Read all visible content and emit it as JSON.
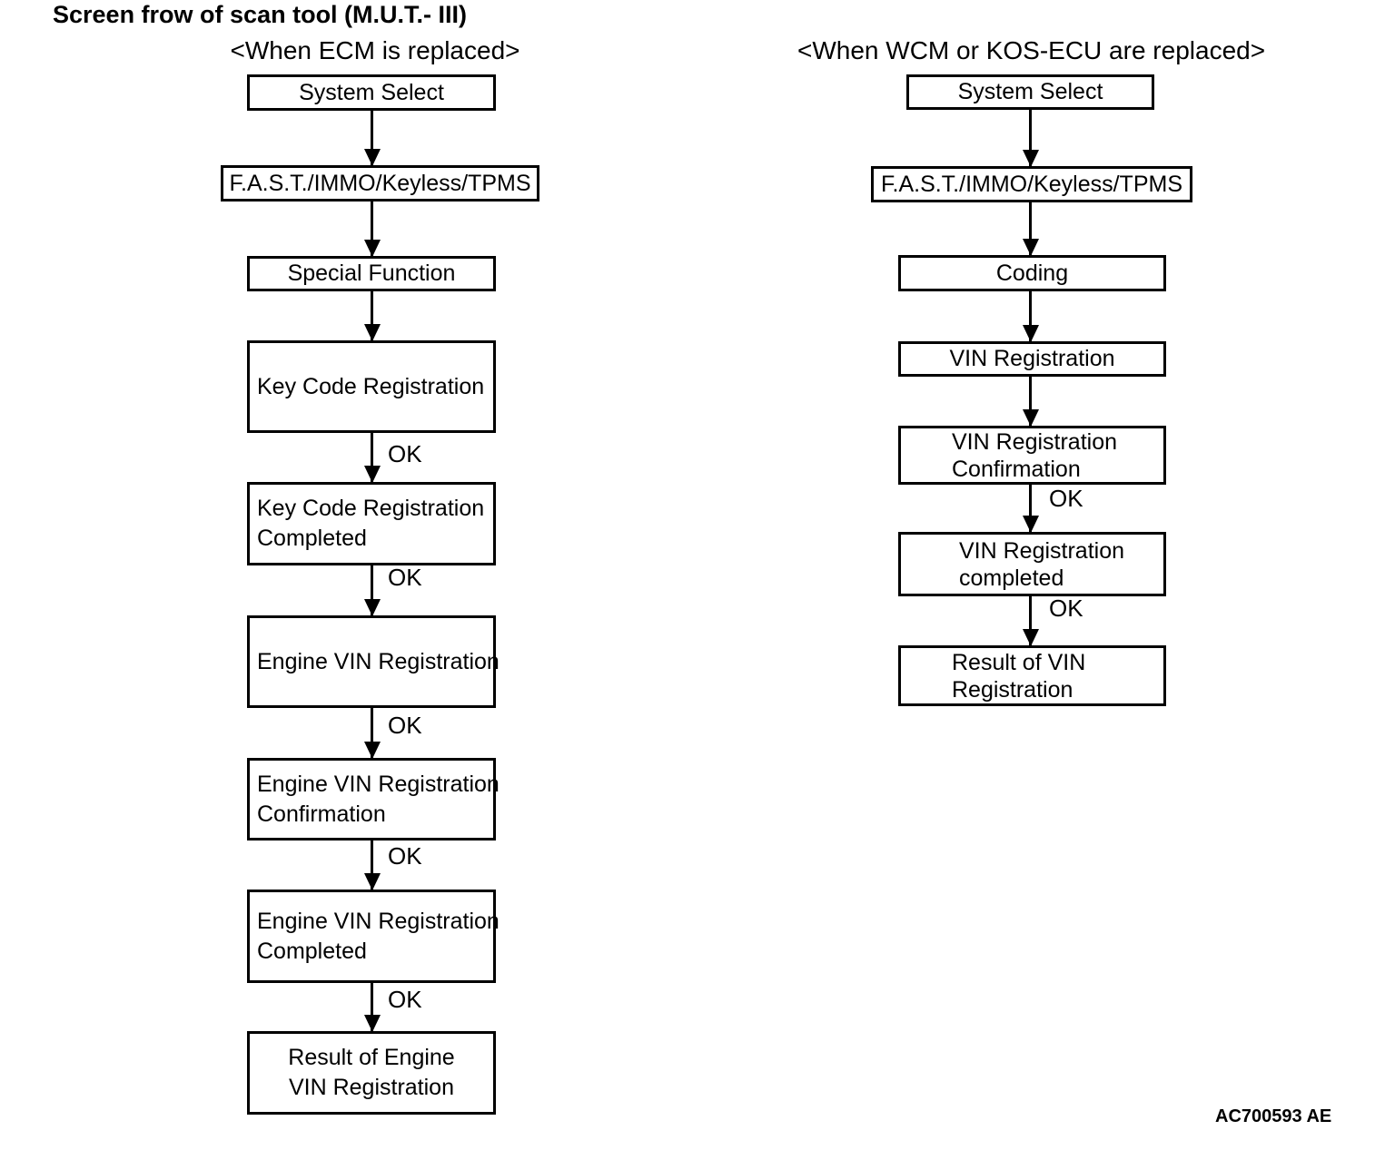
{
  "title": "Screen frow of scan tool (M.U.T.- III)",
  "figure_code": "AC700593 AE",
  "flow": {
    "edge_label_ok": "OK",
    "ecm": {
      "header": "<When ECM is replaced>",
      "nodes": {
        "system_select": "System Select",
        "fast": "F.A.S.T./IMMO/Keyless/TPMS",
        "special_function": "Special Function",
        "key_code_registration": "Key Code Registration",
        "key_code_registration_completed": "Key Code Registration\nCompleted",
        "engine_vin_registration": "Engine VIN Registration",
        "engine_vin_registration_confirmation": "Engine VIN Registration\nConfirmation",
        "engine_vin_registration_completed": "Engine VIN Registration\nCompleted",
        "result_of_engine_vin_registration": "Result of Engine\nVIN Registration"
      }
    },
    "wcm": {
      "header": "<When WCM or KOS-ECU are replaced>",
      "nodes": {
        "system_select": "System Select",
        "fast": "F.A.S.T./IMMO/Keyless/TPMS",
        "coding": "Coding",
        "vin_registration": "VIN Registration",
        "vin_registration_confirmation": "VIN Registration\nConfirmation",
        "vin_registration_completed": "VIN Registration\ncompleted",
        "result_of_vin_registration": "Result of VIN\nRegistration"
      }
    }
  }
}
